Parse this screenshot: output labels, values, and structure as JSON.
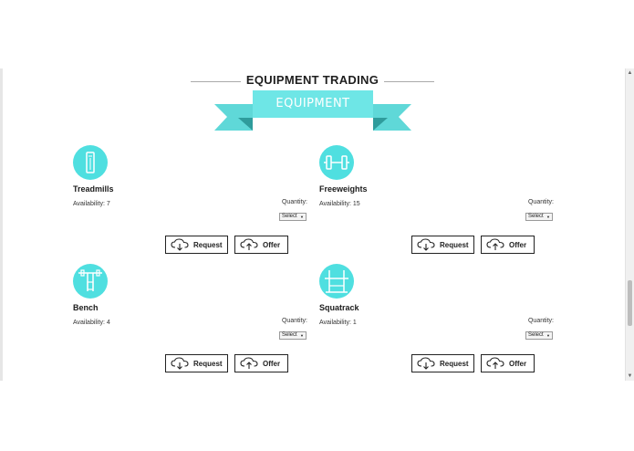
{
  "page": {
    "heading": "EQUIPMENT TRADING",
    "ribbon_label": "EQUIPMENT",
    "accent_color": "#4fdfe0"
  },
  "labels": {
    "availability_prefix": "Availability:",
    "quantity_label": "Quantity:",
    "select_placeholder": "Select",
    "request_label": "Request",
    "offer_label": "Offer"
  },
  "items": [
    {
      "name": "Treadmills",
      "availability": "7",
      "icon": "treadmill-icon"
    },
    {
      "name": "Freeweights",
      "availability": "15",
      "icon": "dumbbell-icon"
    },
    {
      "name": "Bench",
      "availability": "4",
      "icon": "bench-press-icon"
    },
    {
      "name": "Squatrack",
      "availability": "1",
      "icon": "squat-rack-icon"
    }
  ]
}
